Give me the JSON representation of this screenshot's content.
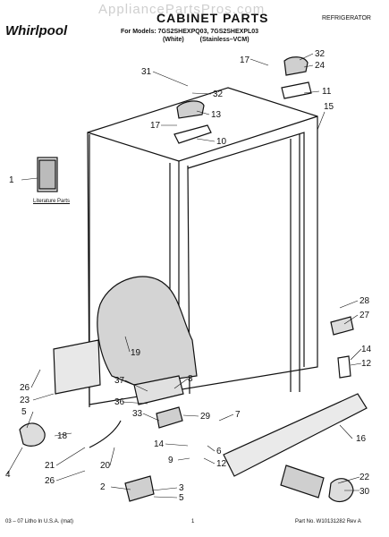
{
  "header": {
    "watermark": "AppliancePartsPros.com",
    "brand": "Whirlpool",
    "title": "CABINET PARTS",
    "category": "REFRIGERATOR",
    "models": "For Models: 7GS2SHEXPQ03, 7GS2SHEXPL03",
    "variant_white": "(White)",
    "variant_stainless": "(Stainless–VCM)"
  },
  "labels": {
    "literature": "Literature Parts"
  },
  "callouts": [
    "17",
    "32",
    "24",
    "31",
    "32",
    "11",
    "13",
    "15",
    "17",
    "10",
    "1",
    "28",
    "27",
    "19",
    "14",
    "12",
    "26",
    "23",
    "8",
    "37",
    "36",
    "29",
    "7",
    "33",
    "5",
    "18",
    "14",
    "6",
    "12",
    "16",
    "22",
    "9",
    "30",
    "4",
    "21",
    "20",
    "26",
    "2",
    "3",
    "5"
  ],
  "footer": {
    "left": "03 – 07 Litho In U.S.A. (mat)",
    "page": "1",
    "right": "Part No. W10131282 Rev A"
  }
}
